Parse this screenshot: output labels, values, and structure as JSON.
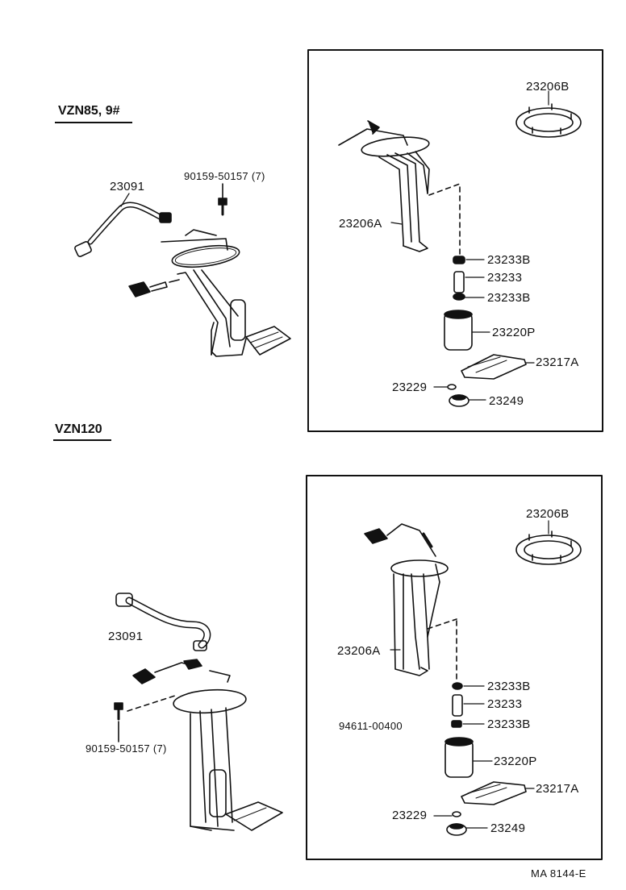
{
  "sections": {
    "top": {
      "model": "VZN85, 9#"
    },
    "bottom": {
      "model": "VZN120"
    }
  },
  "top_labels": {
    "hose": "23091",
    "screw": "90159-50157 (7)",
    "plate": "23206B",
    "bracket": "23206A",
    "cushion_upper": "23233B",
    "cushion": "23233",
    "cushion_lower": "23233B",
    "pump": "23220P",
    "filter": "23217A",
    "clip": "23229",
    "grommet": "23249"
  },
  "bottom_labels": {
    "hose": "23091",
    "screw": "90159-50157 (7)",
    "plate": "23206B",
    "bracket": "23206A",
    "cushion_upper": "23233B",
    "cushion": "23233",
    "cushion_lower": "23233B",
    "pump": "23220P",
    "filter": "23217A",
    "clip": "23229",
    "grommet": "23249",
    "part_no": "94611-00400"
  },
  "footer": {
    "ref": "MA  8144-E"
  }
}
